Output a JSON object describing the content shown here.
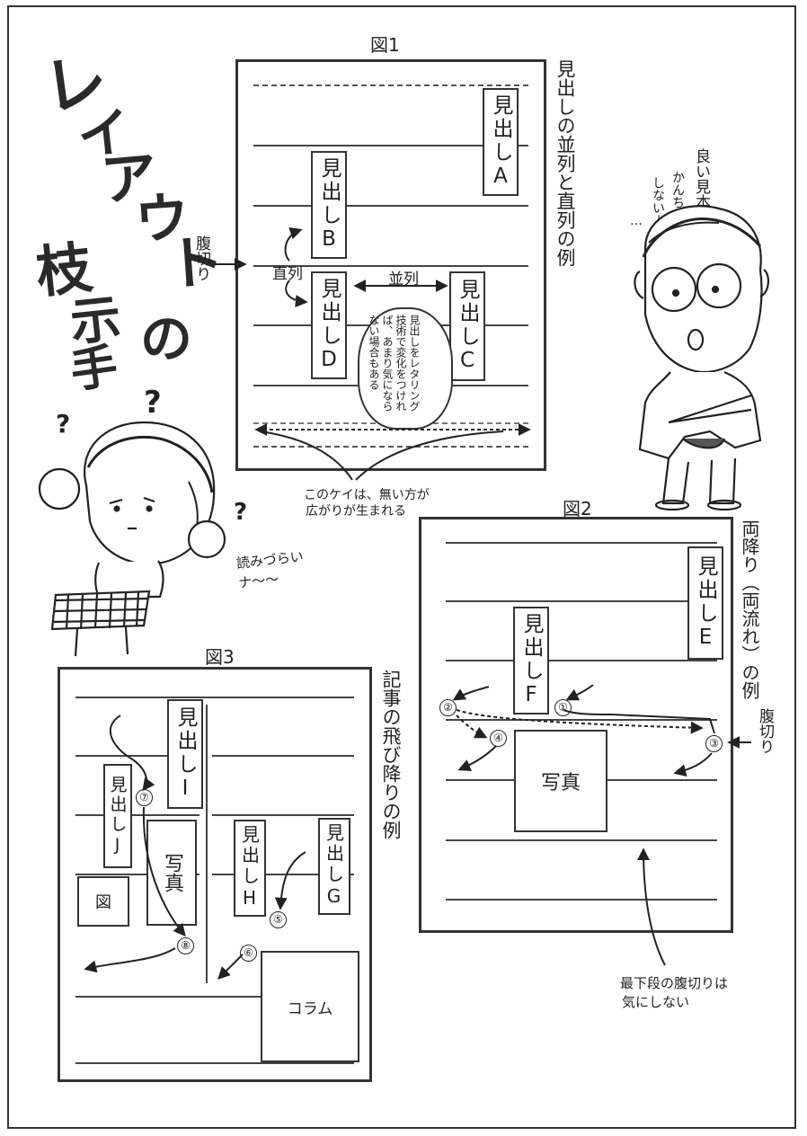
{
  "title": {
    "chars": [
      "レ",
      "イ",
      "ア",
      "ウ",
      "ト",
      "の",
      "枝",
      "示",
      "手"
    ]
  },
  "fig1": {
    "label": "図1",
    "side_title": "見出しの並列と直列の例",
    "headings": {
      "a": "見出しA",
      "b": "見出しB",
      "d": "見出しD",
      "c": "見出しC"
    },
    "label_serial": "直列",
    "label_parallel": "並列",
    "label_cut": "腹切り",
    "bubble_note": "見出しをレタリング技術で変化をつければ、あまり気にならない場合もある",
    "caption": [
      "このケイは、無い方が",
      "広がりが生まれる"
    ]
  },
  "fig2": {
    "label": "図2",
    "side_title": "両降り（両流れ）の例",
    "headings": {
      "e": "見出しE",
      "f": "見出しF"
    },
    "photo": "写真",
    "markers": [
      "①",
      "②",
      "③",
      "④"
    ],
    "label_cut": "腹切り",
    "caption": [
      "最下段の腹切りは",
      "気にしない"
    ]
  },
  "fig3": {
    "label": "図3",
    "side_title": "記事の飛び降りの例",
    "headings": {
      "i": "見出しI",
      "j": "見出しJ",
      "h": "見出しH",
      "g": "見出しG"
    },
    "photo": "写真",
    "figure": "図",
    "column": "コラム",
    "markers": [
      "⑤",
      "⑥",
      "⑦",
      "⑧"
    ]
  },
  "characters": {
    "man_speech": [
      "良い見本だと",
      "かんちがい",
      "しないように",
      "…"
    ],
    "girl_speech": "読みづらい\nナ〜〜",
    "question_marks": [
      "?",
      "?",
      "?"
    ]
  }
}
